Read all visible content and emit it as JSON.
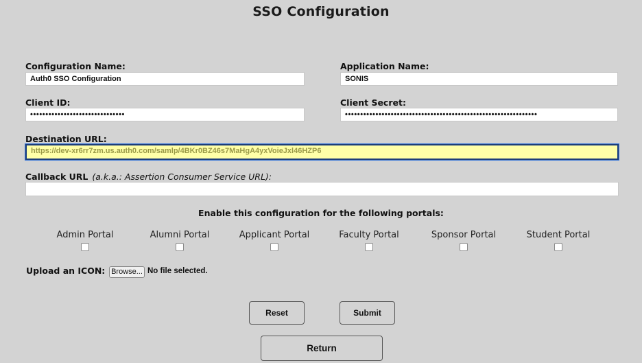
{
  "page": {
    "title": "SSO Configuration"
  },
  "form": {
    "configuration_name": {
      "label": "Configuration Name:",
      "value": "Auth0 SSO Configuration"
    },
    "application_name": {
      "label": "Application Name:",
      "value": "SONIS"
    },
    "client_id": {
      "label": "Client ID:",
      "value": "•••••••••••••••••••••••••••••••"
    },
    "client_secret": {
      "label": "Client Secret:",
      "value": "•••••••••••••••••••••••••••••••••••••••••••••••••••••••••••••••"
    },
    "destination_url": {
      "label": "Destination URL:",
      "value": "https://dev-xr6rr7zm.us.auth0.com/samlp/4BKr0BZ46s7MaHgA4yxVoieJxl46HZP6"
    },
    "callback_url": {
      "label": "Callback URL",
      "aka": "(a.k.a.: Assertion Consumer Service URL):",
      "value": ""
    }
  },
  "portals": {
    "heading": "Enable this configuration for the following portals:",
    "items": [
      {
        "label": "Admin Portal",
        "checked": false
      },
      {
        "label": "Alumni Portal",
        "checked": false
      },
      {
        "label": "Applicant Portal",
        "checked": false
      },
      {
        "label": "Faculty Portal",
        "checked": false
      },
      {
        "label": "Sponsor Portal",
        "checked": false
      },
      {
        "label": "Student Portal",
        "checked": false
      }
    ]
  },
  "upload": {
    "label": "Upload an ICON:",
    "browse_label": "Browse...",
    "status": "No file selected."
  },
  "buttons": {
    "reset": "Reset",
    "submit": "Submit",
    "return": "Return"
  },
  "colors": {
    "background": "#d3d3d3",
    "focused_field_bg": "#ffffa8",
    "focused_field_border": "#1c3d7a",
    "focused_field_text": "#9a9a48"
  }
}
